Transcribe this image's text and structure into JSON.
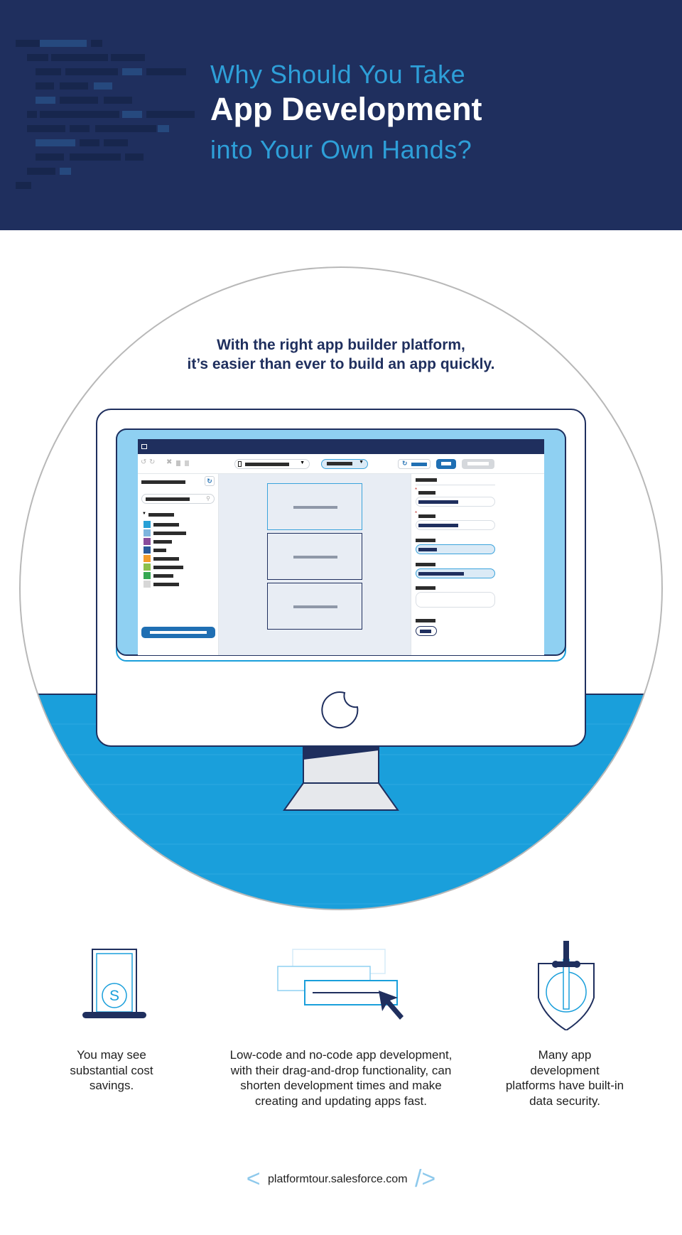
{
  "header": {
    "title_top": "Why Should You Take",
    "title_main": "App Development",
    "title_bottom": "into Your Own Hands?",
    "code_icon": "code-lines-decoration",
    "background_color": "#1f2f5e",
    "accent_color": "#2e9fd8"
  },
  "hero": {
    "intro_line1": "With the right app builder platform,",
    "intro_line2": "it’s easier than ever to build an app quickly.",
    "monitor_icon": "desktop-monitor-icon",
    "logo_icon": "crescent-logo-icon",
    "sky_color": "#1a9fdb"
  },
  "benefits": [
    {
      "icon": "dollar-bill-icon",
      "text": "You may see substantial cost savings."
    },
    {
      "icon": "drag-and-drop-icon",
      "text": "Low-code and no-code app development, with their drag-and-drop functionality, can shorten development times and make creating and updating apps fast."
    },
    {
      "icon": "shield-security-icon",
      "text": "Many app development platforms have built-in data security."
    }
  ],
  "footer": {
    "open_bracket": "<",
    "close_bracket": "/>",
    "url": "platformtour.salesforce.com"
  }
}
